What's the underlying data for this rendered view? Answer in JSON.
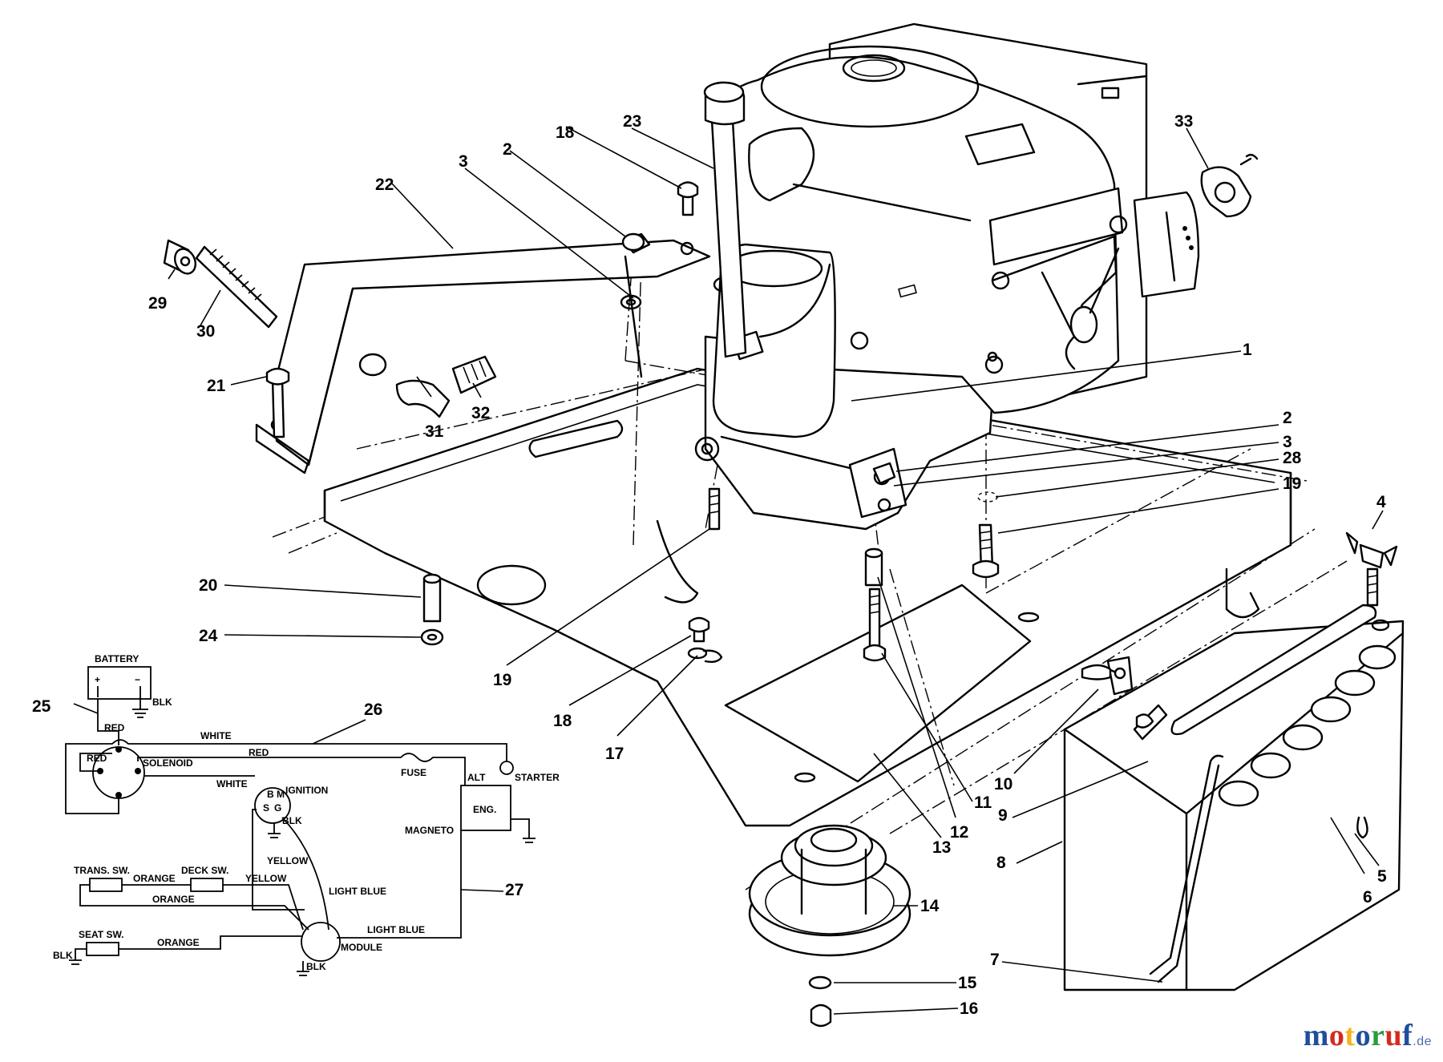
{
  "callouts": {
    "c1": "1",
    "c2a": "2",
    "c2b": "2",
    "c3a": "3",
    "c3b": "3",
    "c4": "4",
    "c5": "5",
    "c6": "6",
    "c7": "7",
    "c8": "8",
    "c9": "9",
    "c10": "10",
    "c11": "11",
    "c12": "12",
    "c13": "13",
    "c14": "14",
    "c15": "15",
    "c16": "16",
    "c17": "17",
    "c18a": "18",
    "c18b": "18",
    "c19a": "19",
    "c19b": "19",
    "c20": "20",
    "c21": "21",
    "c22": "22",
    "c23": "23",
    "c24": "24",
    "c25": "25",
    "c26": "26",
    "c27": "27",
    "c28": "28",
    "c29": "29",
    "c30": "30",
    "c31": "31",
    "c32": "32",
    "c33": "33"
  },
  "wiring": {
    "battery": "BATTERY",
    "plus": "+",
    "minus": "−",
    "blk": "BLK",
    "red": "RED",
    "white": "WHITE",
    "solenoid": "SOLENOID",
    "fuse": "FUSE",
    "alt": "ALT",
    "starter": "STARTER",
    "ignition": "IGNITION",
    "b": "B",
    "m": "M",
    "s": "S",
    "g": "G",
    "eng": "ENG.",
    "magneto": "MAGNETO",
    "yellow": "YELLOW",
    "light_blue": "LIGHT BLUE",
    "orange": "ORANGE",
    "trans_sw": "TRANS. SW.",
    "deck_sw": "DECK SW.",
    "seat_sw": "SEAT SW.",
    "module": "MODULE"
  },
  "brand": {
    "name": "motoruf",
    "tld": ".de",
    "colors": [
      "#1f4e9c",
      "#d62a20",
      "#f3b41b",
      "#1f4e9c",
      "#2e9a3e",
      "#d62a20",
      "#1f4e9c"
    ]
  }
}
